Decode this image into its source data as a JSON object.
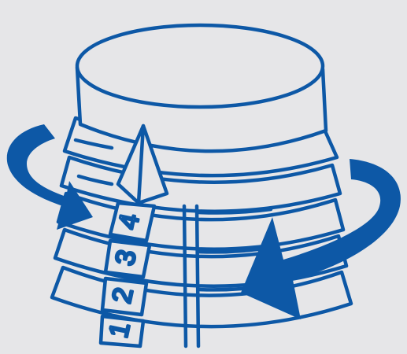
{
  "colors": {
    "background": "#e6e6e8",
    "line": "#0d58a6",
    "arrow": "#0d58a6",
    "fill": "#e6e6e8"
  },
  "icon": {
    "name": "rotary-dial-knob-icon"
  },
  "scale": {
    "labels": [
      "1",
      "2",
      "3",
      "4"
    ]
  }
}
